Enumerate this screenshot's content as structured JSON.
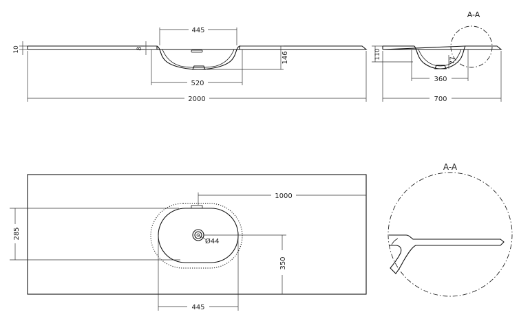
{
  "section_label": "A-A",
  "front_view": {
    "overflow_width": "445",
    "left_thickness": "10",
    "rim_thickness": "8",
    "basin_depth": "146",
    "bowl_width": "520",
    "total_length": "2000"
  },
  "side_view": {
    "thickness": "110",
    "drain_height": "77",
    "bowl_depth": "360",
    "total_width": "700"
  },
  "plan_view": {
    "bowl_center_offset": "1000",
    "bowl_width": "285",
    "drain_diameter": "Ø44",
    "bowl_depth": "350",
    "bowl_length": "445"
  },
  "detail_label": "A-A"
}
